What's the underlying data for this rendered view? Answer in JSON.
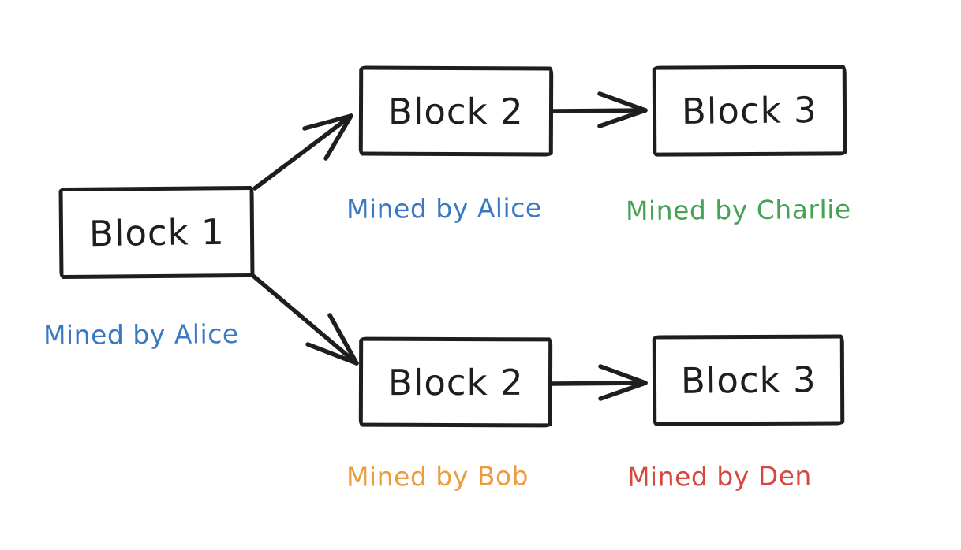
{
  "colors": {
    "background": "#ffffff",
    "stroke": "#1e1e1e",
    "blue": "#3b78c2",
    "green": "#46a356",
    "orange": "#eb9c3c",
    "red": "#d6483f"
  },
  "genesis": {
    "label": "Block 1",
    "miner_text": "Mined by Alice",
    "miner_color": "#3b78c2"
  },
  "top_chain": [
    {
      "label": "Block 2",
      "miner_text": "Mined by Alice",
      "miner_color": "#3b78c2"
    },
    {
      "label": "Block 3",
      "miner_text": "Mined by Charlie",
      "miner_color": "#46a356"
    }
  ],
  "bottom_chain": [
    {
      "label": "Block 2",
      "miner_text": "Mined by Bob",
      "miner_color": "#eb9c3c"
    },
    {
      "label": "Block 3",
      "miner_text": "Mined by Den",
      "miner_color": "#d6483f"
    }
  ],
  "arrows": [
    {
      "from": "Block 1",
      "to": "top Block 2"
    },
    {
      "from": "top Block 2",
      "to": "top Block 3"
    },
    {
      "from": "Block 1",
      "to": "bottom Block 2"
    },
    {
      "from": "bottom Block 2",
      "to": "bottom Block 3"
    }
  ]
}
